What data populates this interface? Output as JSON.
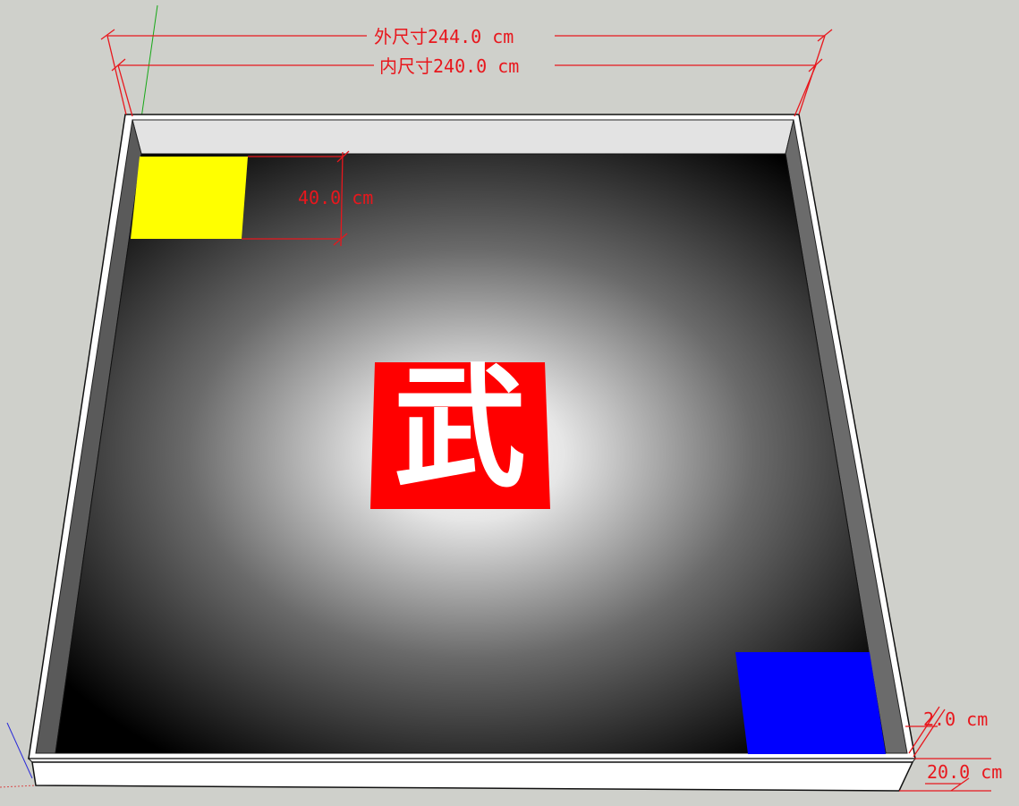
{
  "colors": {
    "background": "#cfd0cb",
    "wall_top": "#ffffff",
    "wall_inner": "#5f5f5f",
    "wall_back": "#e2e2e2",
    "floor_center": "#ffffff",
    "floor_edge": "#000000",
    "dimension": "#e8171d",
    "start_zone": "#ffff00",
    "end_zone": "#0000ff",
    "center_badge": "#ff0000",
    "center_glyph": "#ffffff"
  },
  "dimensions": {
    "outer": "外尺寸244.0 cm",
    "inner": "内尺寸240.0 cm",
    "zone_size": "40.0 cm",
    "wall_thickness": "2.0 cm",
    "wall_height": "20.0 cm"
  },
  "center_badge": {
    "glyph": "武"
  }
}
